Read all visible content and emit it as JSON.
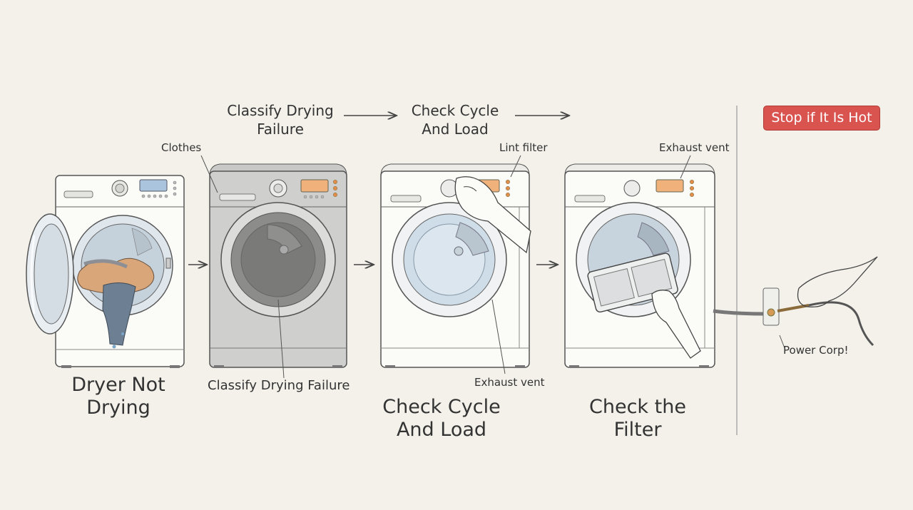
{
  "flow": {
    "step_classify": "Classify Drying Failure",
    "step_check": "Check Cycle And Load"
  },
  "callouts": {
    "clothes": "Clothes",
    "lint_filter": "Lint filter",
    "exhaust_vent_top": "Exhaust vent",
    "exhaust_vent_bottom": "Exhaust vent",
    "power_cord": "Power Corp!"
  },
  "captions": {
    "dryer_not_drying": "Dryer Not Drying",
    "classify": "Classify Drying Failure",
    "check_cycle": "Check Cycle And Load",
    "check_filter": "Check the Filter"
  },
  "warning": {
    "label": "Stop if It Is Hot",
    "color": "#d9534f"
  }
}
